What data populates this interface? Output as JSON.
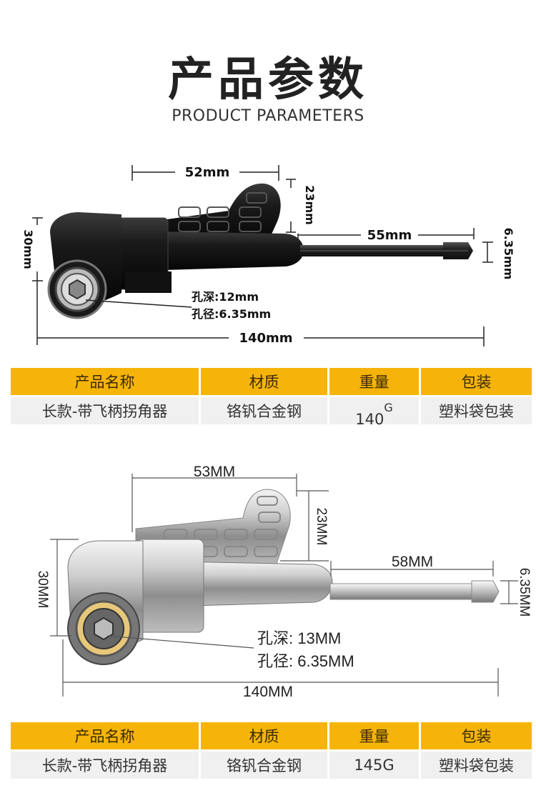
{
  "header": {
    "title_cn": "产品参数",
    "title_en": "PRODUCT PARAMETERS"
  },
  "product1": {
    "dims": {
      "top_length": "52mm",
      "handle_height": "23mm",
      "head_height": "30mm",
      "shank_length": "55mm",
      "shank_diameter": "6.35mm",
      "total_length": "140mm",
      "hole_depth": "孔深:12mm",
      "hole_diameter": "孔径:6.35mm"
    },
    "table": {
      "headers": [
        "产品名称",
        "材质",
        "重量",
        "包装"
      ],
      "row": {
        "name": "长款-带飞柄拐角器",
        "material": "铬钒合金钢",
        "weight_num": "140",
        "weight_unit": "G",
        "packaging": "塑料袋包装"
      }
    }
  },
  "product2": {
    "dims": {
      "top_length": "53MM",
      "handle_height": "23MM",
      "head_height": "30MM",
      "shank_length": "58MM",
      "shank_diameter": "6.35MM",
      "total_length": "140MM",
      "hole_depth": "孔深:  13MM",
      "hole_diameter": "孔径:  6.35MM"
    },
    "table": {
      "headers": [
        "产品名称",
        "材质",
        "重量",
        "包装"
      ],
      "row": {
        "name": "长款-带飞柄拐角器",
        "material": "铬钒合金钢",
        "weight": "145G",
        "packaging": "塑料袋包装"
      }
    }
  }
}
